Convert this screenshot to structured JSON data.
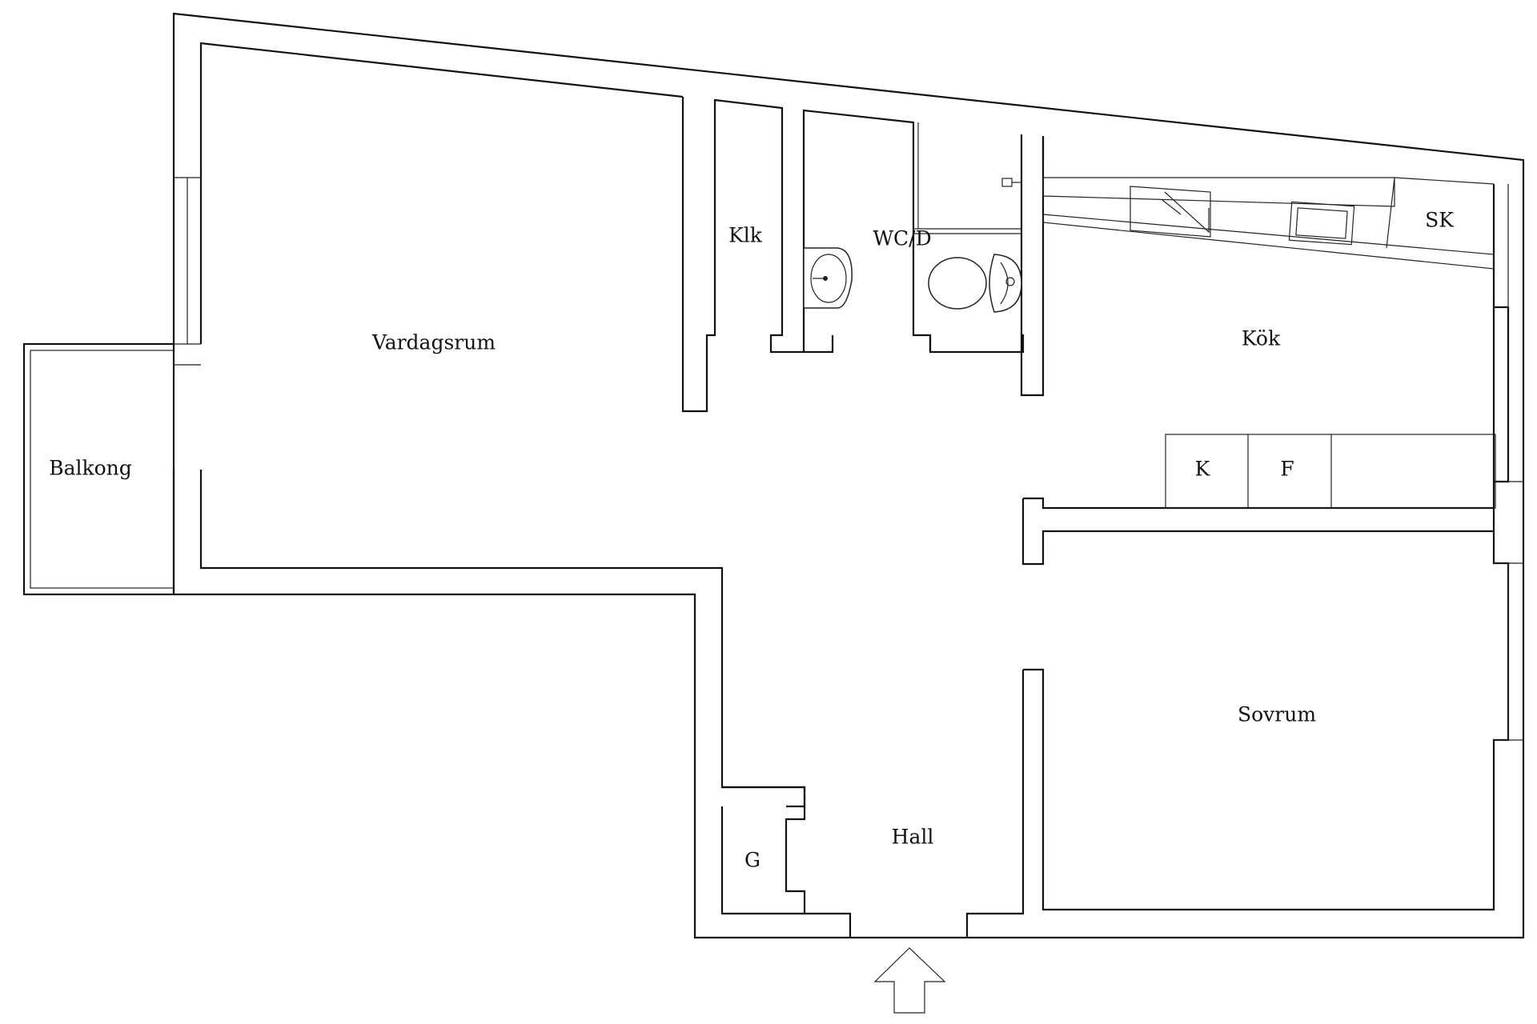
{
  "rooms": {
    "vardagsrum": "Vardagsrum",
    "balkong": "Balkong",
    "klk": "Klk",
    "wc": "WC/D",
    "kok": "Kök",
    "sk": "SK",
    "k": "K",
    "f": "F",
    "sovrum": "Sovrum",
    "hall": "Hall",
    "g": "G"
  },
  "icons": {
    "entrance": "entrance-arrow-icon",
    "sink": "washbasin-icon",
    "toilet": "toilet-icon",
    "stove": "stove-icon",
    "kitchen_sink": "kitchen-sink-icon"
  }
}
